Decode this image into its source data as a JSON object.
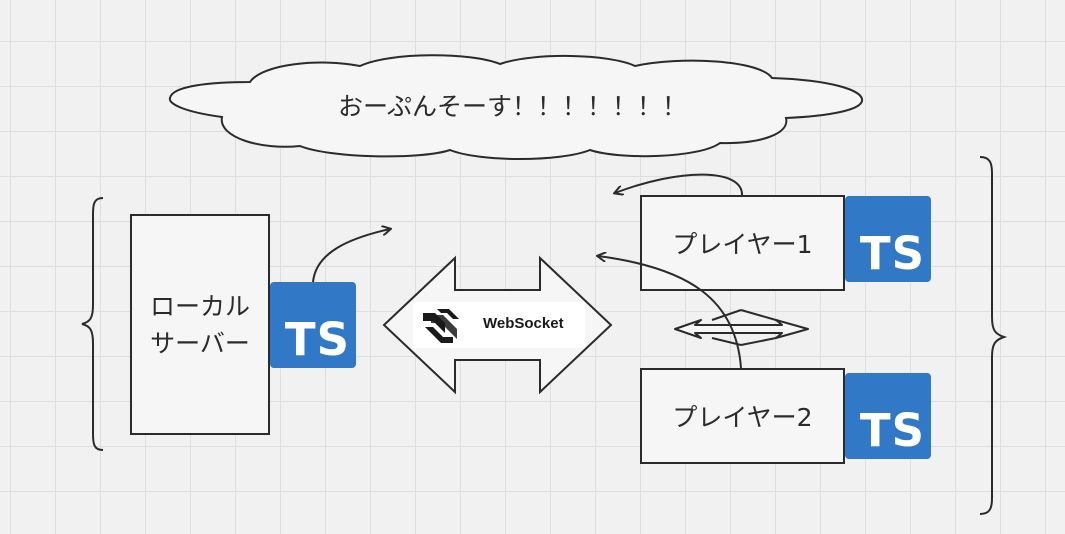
{
  "cloud": {
    "text": "おーぷんそーす！！！！！！！"
  },
  "server": {
    "line1": "ローカル",
    "line2": "サーバー",
    "badge": "TS"
  },
  "player1": {
    "label": "プレイヤー1",
    "badge": "TS"
  },
  "player2": {
    "label": "プレイヤー2",
    "badge": "TS"
  },
  "websocket": {
    "label": "WebSocket"
  },
  "icons": [
    "websocket-icon",
    "typescript-icon"
  ],
  "colors": {
    "ts_blue": "#3178c6",
    "stroke": "#2b2b2b",
    "background": "#f1f1f1"
  }
}
